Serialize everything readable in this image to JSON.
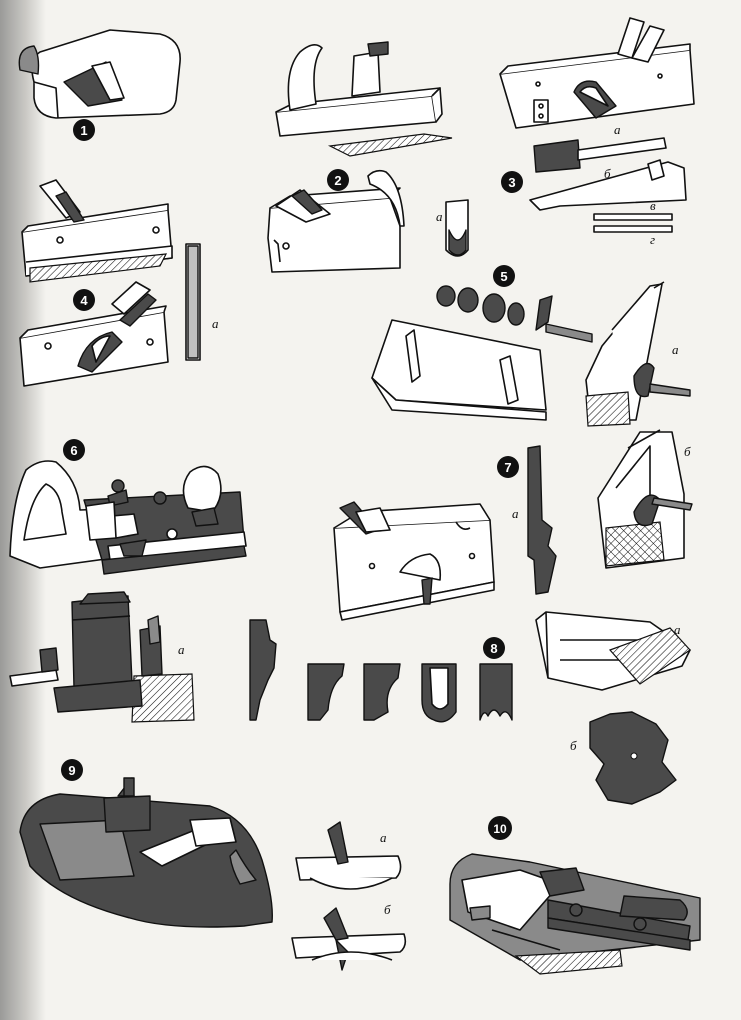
{
  "figures": [
    {
      "number": "1"
    },
    {
      "number": "2",
      "sublabels": [
        "а"
      ]
    },
    {
      "number": "3",
      "sublabels": [
        "а",
        "б",
        "в",
        "г"
      ]
    },
    {
      "number": "4",
      "sublabels": [
        "а"
      ]
    },
    {
      "number": "5",
      "sublabels": [
        "а"
      ]
    },
    {
      "number": "6",
      "sublabels": [
        "а"
      ]
    },
    {
      "number": "7",
      "sublabels": [
        "а",
        "б"
      ]
    },
    {
      "number": "8",
      "sublabels": [
        "а",
        "б"
      ]
    },
    {
      "number": "9",
      "sublabels": [
        "а",
        "б"
      ]
    },
    {
      "number": "10"
    }
  ],
  "colors": {
    "ink": "#111111",
    "paper": "#f4f3ef",
    "dark_metal": "#4a4a4a",
    "mid_metal": "#8a8a8a"
  }
}
